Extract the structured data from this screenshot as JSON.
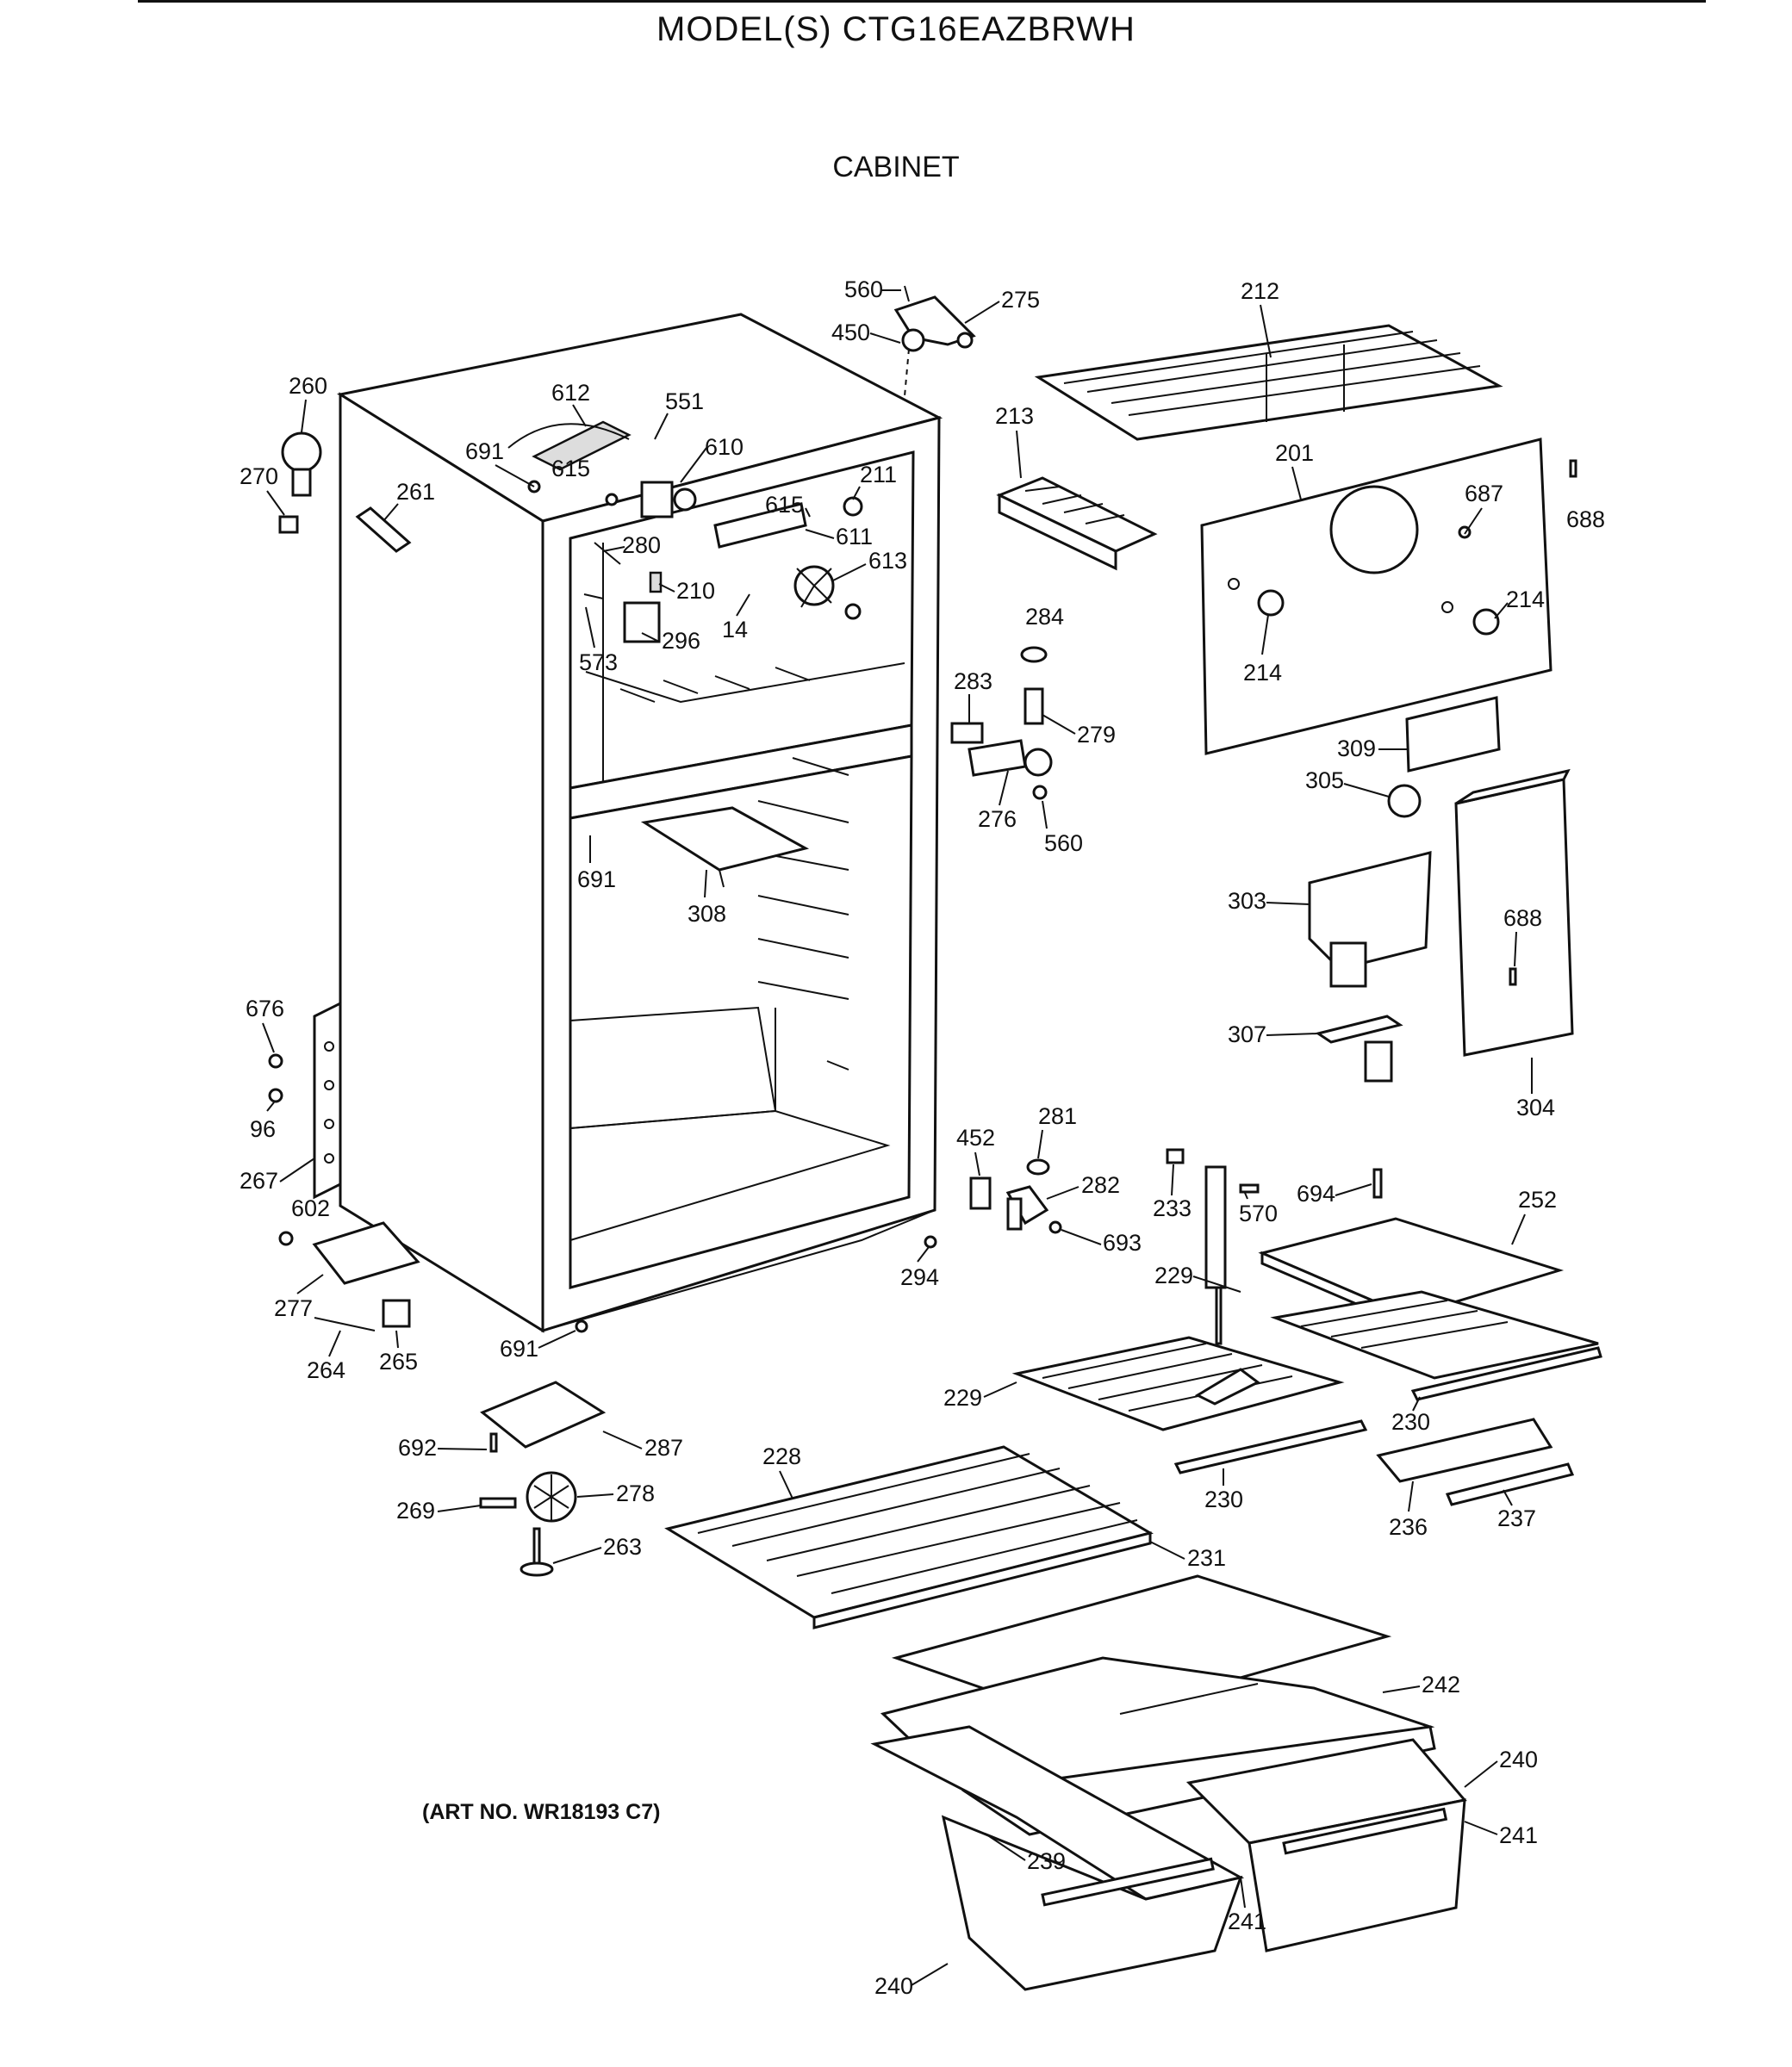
{
  "header": {
    "title": "MODEL(S) CTG16EAZBRWH",
    "section": "CABINET"
  },
  "footer": {
    "art_number": "(ART NO. WR18193 C7)"
  },
  "callouts": {
    "c560a": "560",
    "c275": "275",
    "c450": "450",
    "c212": "212",
    "c260": "260",
    "c612": "612",
    "c551": "551",
    "c610": "610",
    "c691a": "691",
    "c615a": "615",
    "c270": "270",
    "c261": "261",
    "c211": "211",
    "c615b": "615",
    "c611": "611",
    "c280": "280",
    "c613": "613",
    "c210": "210",
    "c14": "14",
    "c296": "296",
    "c573": "573",
    "c213": "213",
    "c201": "201",
    "c687": "687",
    "c688a": "688",
    "c214a": "214",
    "c214b": "214",
    "c284": "284",
    "c283": "283",
    "c279": "279",
    "c276": "276",
    "c560b": "560",
    "c691b": "691",
    "c308": "308",
    "c309": "309",
    "c305": "305",
    "c303": "303",
    "c688b": "688",
    "c307": "307",
    "c304": "304",
    "c676": "676",
    "c96": "96",
    "c267": "267",
    "c602": "602",
    "c277": "277",
    "c264": "264",
    "c265": "265",
    "c691c": "691",
    "c452": "452",
    "c281": "281",
    "c282": "282",
    "c693": "693",
    "c294": "294",
    "c233": "233",
    "c570": "570",
    "c694": "694",
    "c252": "252",
    "c229a": "229",
    "c229b": "229",
    "c230a": "230",
    "c230b": "230",
    "c236": "236",
    "c237": "237",
    "c692": "692",
    "c287": "287",
    "c269": "269",
    "c278": "278",
    "c263": "263",
    "c228": "228",
    "c231": "231",
    "c242": "242",
    "c240a": "240",
    "c241a": "241",
    "c239": "239",
    "c241b": "241",
    "c240b": "240"
  }
}
